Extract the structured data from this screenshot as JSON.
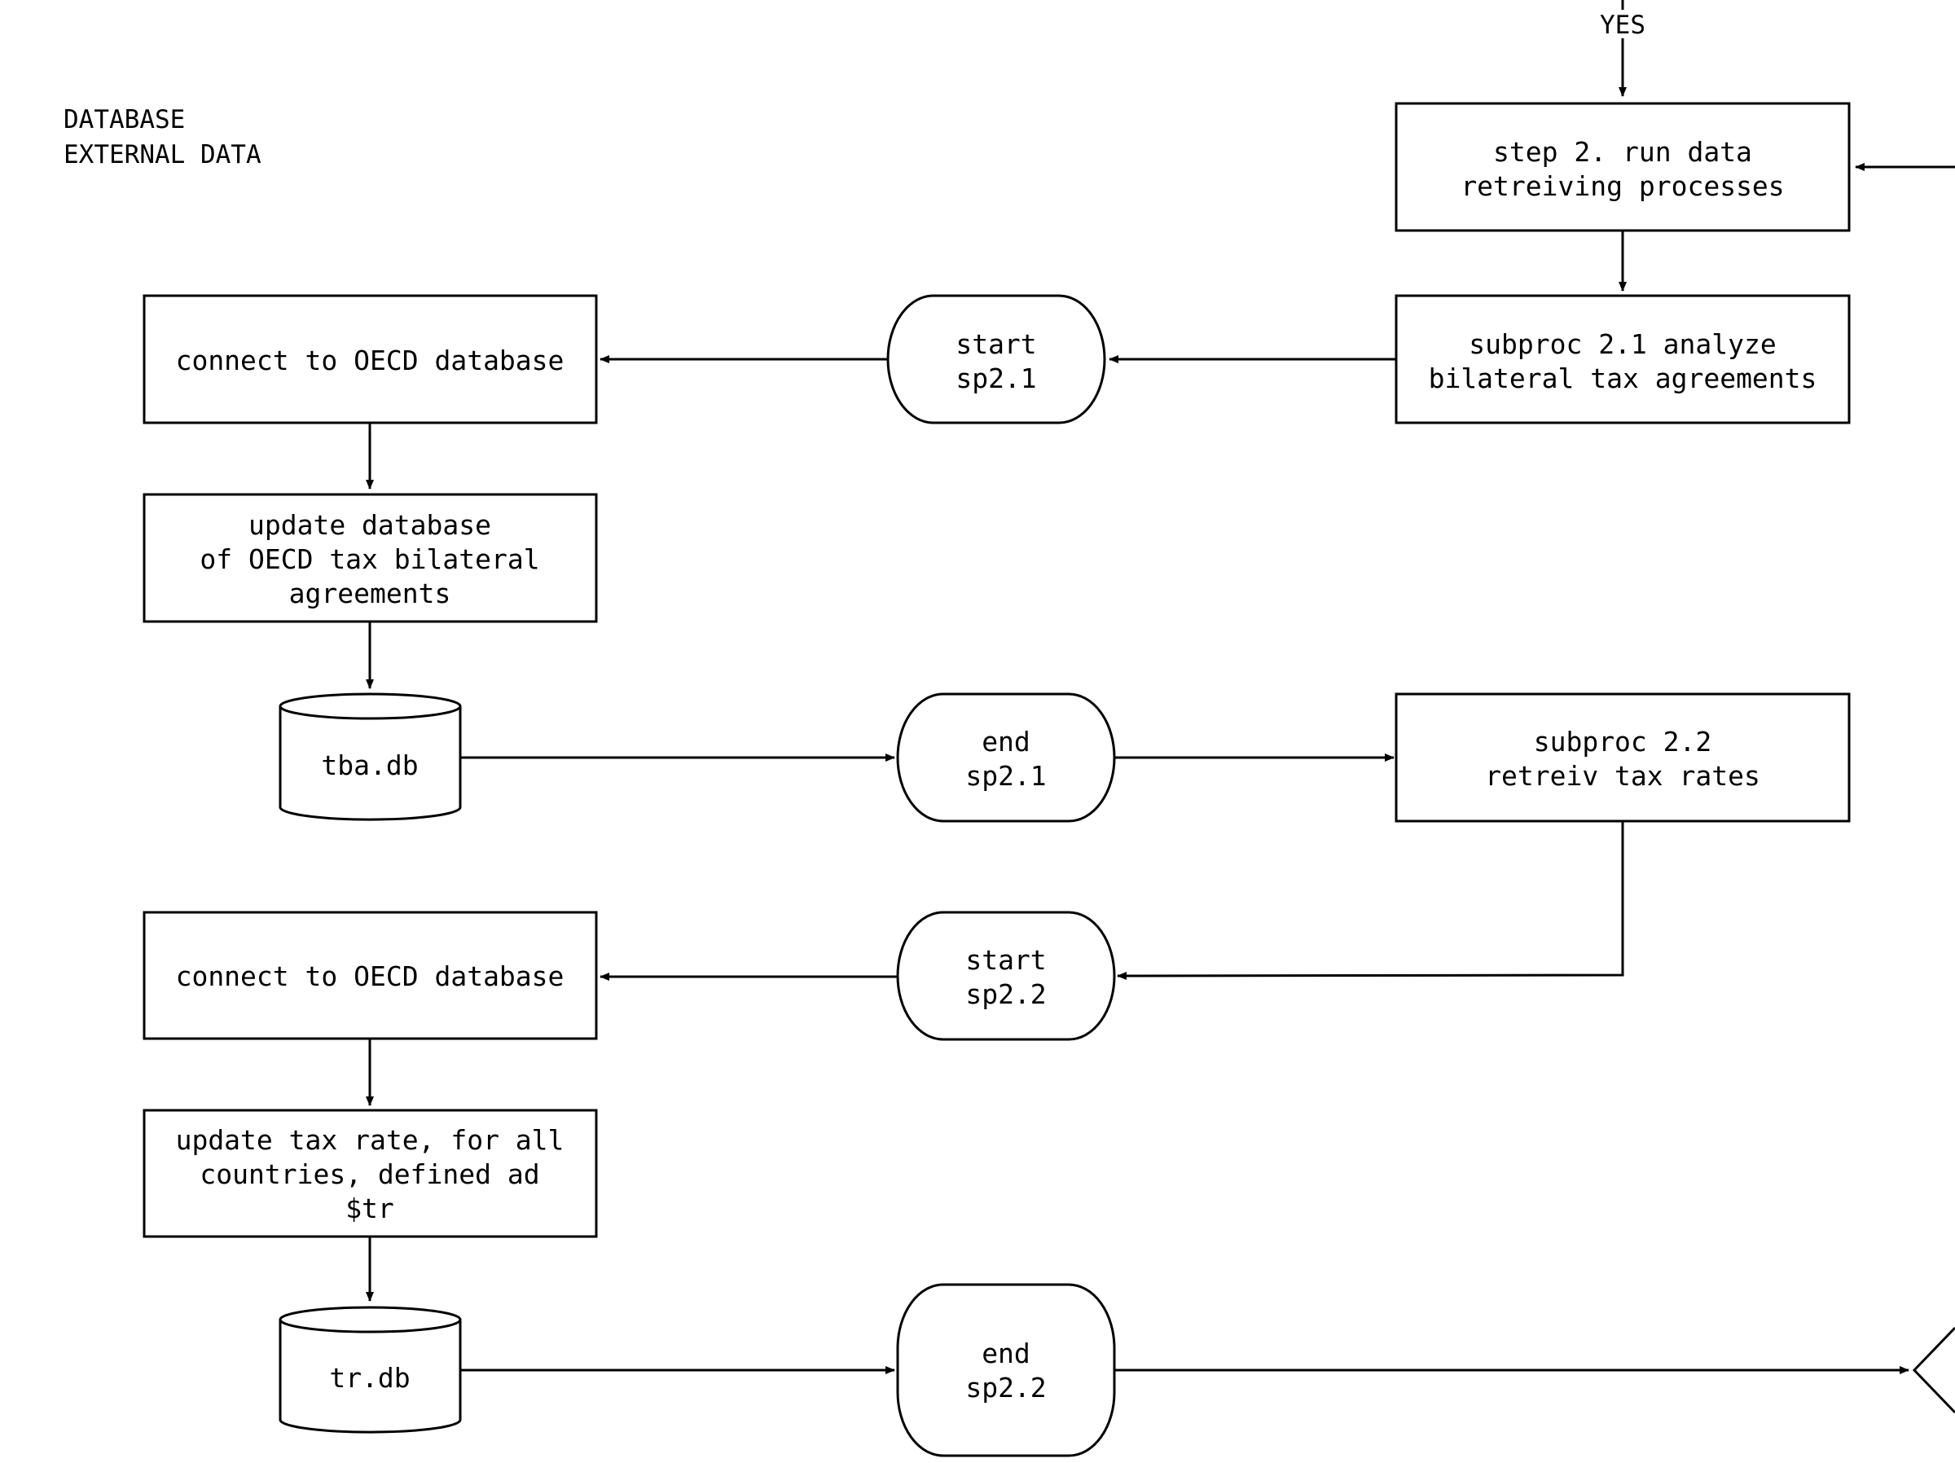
{
  "header": {
    "lines": [
      "DATABASE",
      "EXTERNAL DATA"
    ]
  },
  "nodes": {
    "step2": [
      "step 2. run data",
      "retreiving processes"
    ],
    "subproc21": [
      "subproc 2.1 analyze",
      "bilateral tax agreements"
    ],
    "start21": [
      "start",
      "sp2.1"
    ],
    "connect1": [
      "connect to OECD database"
    ],
    "update1": [
      "update database",
      "of OECD tax bilateral",
      "agreements"
    ],
    "tba_db": [
      "tba.db"
    ],
    "end21": [
      "end",
      "sp2.1"
    ],
    "subproc22": [
      "subproc 2.2",
      "retreiv tax rates"
    ],
    "start22": [
      "start",
      "sp2.2"
    ],
    "connect2": [
      "connect to OECD database"
    ],
    "update2": [
      "update tax rate, for all",
      "countries, defined ad",
      "$tr"
    ],
    "tr_db": [
      "tr.db"
    ],
    "end22": [
      "end",
      "sp2.2"
    ]
  },
  "edge_labels": {
    "yes": "YES"
  }
}
